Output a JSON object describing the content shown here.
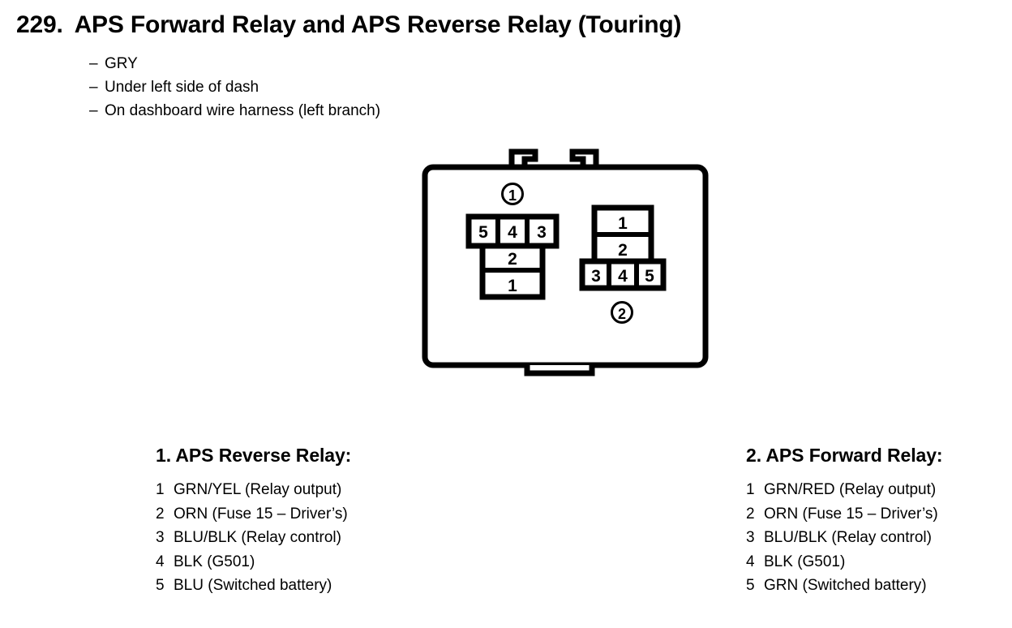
{
  "page": {
    "number": "229.",
    "title": "APS Forward Relay and APS Reverse Relay (Touring)",
    "ink_color": "#000000",
    "background_color": "#ffffff"
  },
  "details": {
    "dash": "–",
    "items": [
      "GRY",
      "Under left side of dash",
      "On dashboard wire harness (left branch)"
    ]
  },
  "diagram": {
    "housing_label": "relay-housing-outline",
    "connectors": [
      {
        "callout": "1",
        "callout_position": "above",
        "name": "aps-reverse-relay-connector",
        "top_row": [
          "5",
          "4",
          "3"
        ],
        "stack": [
          "2",
          "1"
        ],
        "orientation": "stack-below"
      },
      {
        "callout": "2",
        "callout_position": "below",
        "name": "aps-forward-relay-connector",
        "stack": [
          "1",
          "2"
        ],
        "bottom_row": [
          "3",
          "4",
          "5"
        ],
        "orientation": "stack-above"
      }
    ]
  },
  "legends": [
    {
      "title": "1. APS Reverse Relay:",
      "pins": [
        {
          "pin": "1",
          "text": "GRN/YEL (Relay output)"
        },
        {
          "pin": "2",
          "text": "ORN (Fuse 15 – Driver’s)"
        },
        {
          "pin": "3",
          "text": "BLU/BLK (Relay control)"
        },
        {
          "pin": "4",
          "text": "BLK (G501)"
        },
        {
          "pin": "5",
          "text": "BLU (Switched battery)"
        }
      ]
    },
    {
      "title": "2. APS Forward Relay:",
      "pins": [
        {
          "pin": "1",
          "text": "GRN/RED (Relay output)"
        },
        {
          "pin": "2",
          "text": "ORN (Fuse 15 – Driver’s)"
        },
        {
          "pin": "3",
          "text": "BLU/BLK (Relay control)"
        },
        {
          "pin": "4",
          "text": "BLK (G501)"
        },
        {
          "pin": "5",
          "text": "GRN (Switched battery)"
        }
      ]
    }
  ]
}
